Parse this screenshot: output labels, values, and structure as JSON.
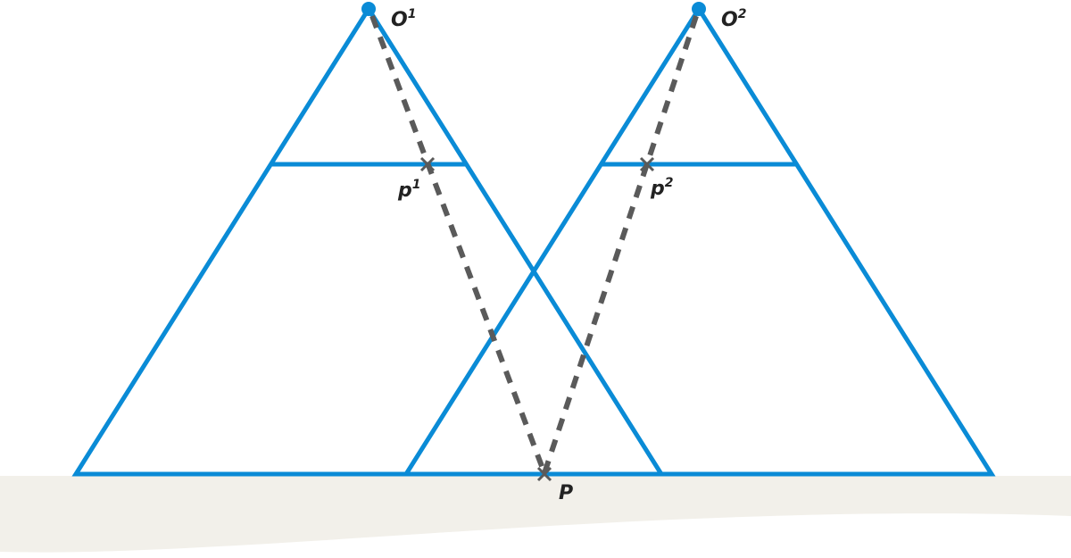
{
  "diagram": {
    "colors": {
      "frustum": "#0a8bd6",
      "rays": "#5a5a5a",
      "ground": "#f2f0ea",
      "label": "#222222"
    },
    "labels": {
      "camera1": {
        "main": "O",
        "sup": "1"
      },
      "camera2": {
        "main": "O",
        "sup": "2"
      },
      "projection1": {
        "main": "p",
        "sup": "1"
      },
      "projection2": {
        "main": "p",
        "sup": "2"
      },
      "point": {
        "main": "P"
      }
    }
  }
}
